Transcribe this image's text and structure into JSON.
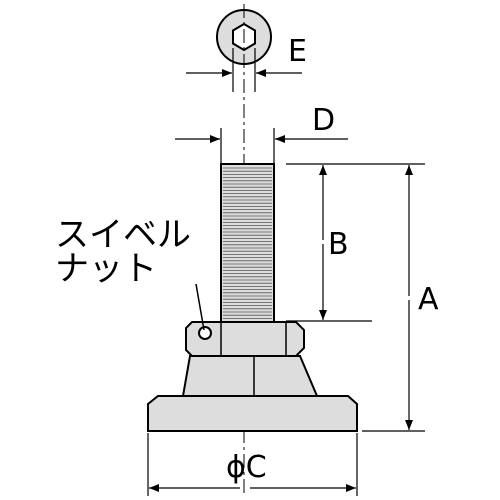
{
  "dimensions": {
    "A": "A",
    "B": "B",
    "C": "ϕC",
    "D": "D",
    "E": "E"
  },
  "part_label": {
    "line1": "スイベル",
    "line2": "ナット"
  },
  "colors": {
    "line": "#000000",
    "part_fill": "#dddddd",
    "background": "#ffffff"
  }
}
